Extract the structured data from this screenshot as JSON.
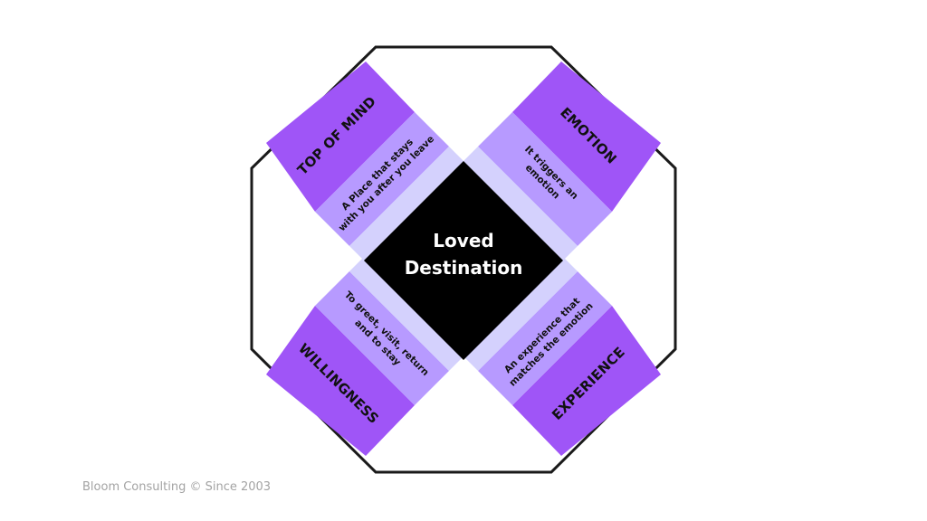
{
  "center": {
    "line1": "Loved",
    "line2": "Destination"
  },
  "quadrants": {
    "top_left": {
      "title": "TOP OF MIND",
      "desc1": "A Place that stays",
      "desc2": "with you after you leave"
    },
    "top_right": {
      "title": "EMOTION",
      "desc1": "It triggers an",
      "desc2": "emotion"
    },
    "bottom_left": {
      "title": "WILLINGNESS",
      "desc1": "To greet, visit, return",
      "desc2": "and to stay"
    },
    "bottom_right": {
      "title": "EXPERIENCE",
      "desc1": "An experience that",
      "desc2": "matches the emotion"
    }
  },
  "footer": "Bloom Consulting © Since 2003",
  "colors": {
    "title_band": "#9f55f7",
    "desc_band": "#b79aff",
    "inner_band": "#d4d1fd",
    "center": "#000000",
    "outline": "#1a1a1a"
  }
}
